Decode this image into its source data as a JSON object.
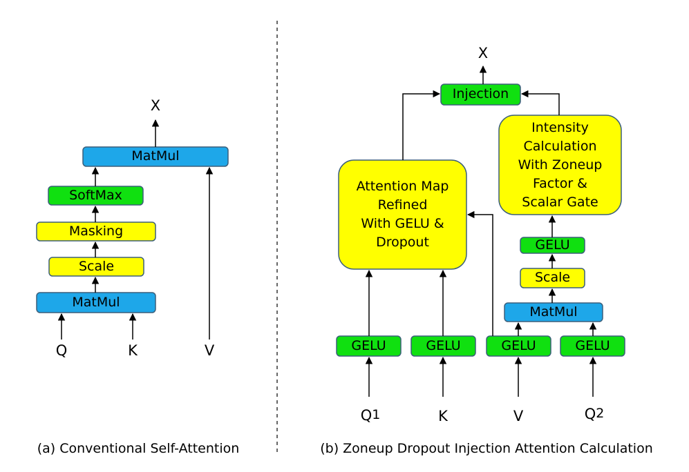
{
  "colors": {
    "blue": "#1ea7e9",
    "green": "#10e010",
    "yellow": "#ffff00",
    "stroke": "#3b5f7a",
    "text": "#000000"
  },
  "panel_a": {
    "caption": "(a) Conventional Self-Attention",
    "output": "X",
    "inputs": {
      "q": "Q",
      "k": "K",
      "v": "V"
    },
    "blocks": {
      "matmul_top": "MatMul",
      "softmax": "SoftMax",
      "masking": "Masking",
      "scale": "Scale",
      "matmul_bottom": "MatMul"
    }
  },
  "panel_b": {
    "caption": "(b) Zoneup Dropout Injection Attention Calculation",
    "output": "X",
    "injection": "Injection",
    "attention_map": [
      "Attention Map",
      "Refined",
      "With GELU &",
      "Dropout"
    ],
    "intensity": [
      "Intensity",
      "Calculation",
      "With Zoneup",
      "Factor &",
      "Scalar Gate"
    ],
    "gelu_top": "GELU",
    "scale": "Scale",
    "matmul": "MatMul",
    "gelu_inputs": [
      "GELU",
      "GELU",
      "GELU",
      "GELU"
    ],
    "inputs": {
      "q1": "Q",
      "q1_sub": "1",
      "k": "K",
      "v": "V",
      "q2": "Q",
      "q2_sub": "2"
    }
  }
}
